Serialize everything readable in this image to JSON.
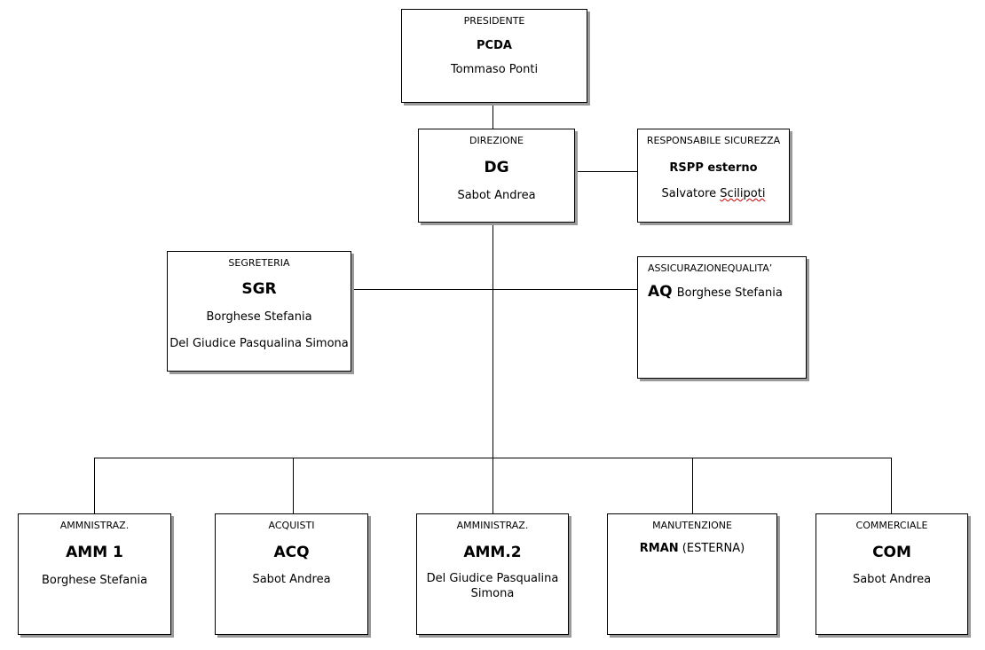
{
  "org_chart": {
    "presidente": {
      "caption": "PRESIDENTE",
      "code": "PCDA",
      "name": "Tommaso Ponti"
    },
    "direzione": {
      "caption": "DIREZIONE",
      "code": "DG",
      "name": "Sabot Andrea"
    },
    "sicurezza": {
      "caption": "RESPONSABILE SICUREZZA",
      "code": "RSPP esterno",
      "name_first": "Salvatore",
      "name_last": "Scilipoti"
    },
    "segreteria": {
      "caption": "SEGRETERIA",
      "code": "SGR",
      "name1": "Borghese Stefania",
      "name2": "Del Giudice Pasqualina Simona"
    },
    "qualita": {
      "caption": "ASSICURAZIONEQUALITA’",
      "code": "AQ",
      "name": "Borghese Stefania"
    },
    "amm1": {
      "caption": "AMMNISTRAZ.",
      "code": "AMM 1",
      "name": "Borghese Stefania"
    },
    "acquisti": {
      "caption": "ACQUISTI",
      "code": "ACQ",
      "name": "Sabot Andrea"
    },
    "amm2": {
      "caption": "AMMINISTRAZ.",
      "code": "AMM.2",
      "name_line1": "Del Giudice Pasqualina",
      "name_line2": "Simona"
    },
    "manutenzione": {
      "caption": "MANUTENZIONE",
      "code": "RMAN",
      "suffix": "(ESTERNA)"
    },
    "commerciale": {
      "caption": "COMMERCIALE",
      "code": "COM",
      "name": "Sabot Andrea"
    }
  }
}
